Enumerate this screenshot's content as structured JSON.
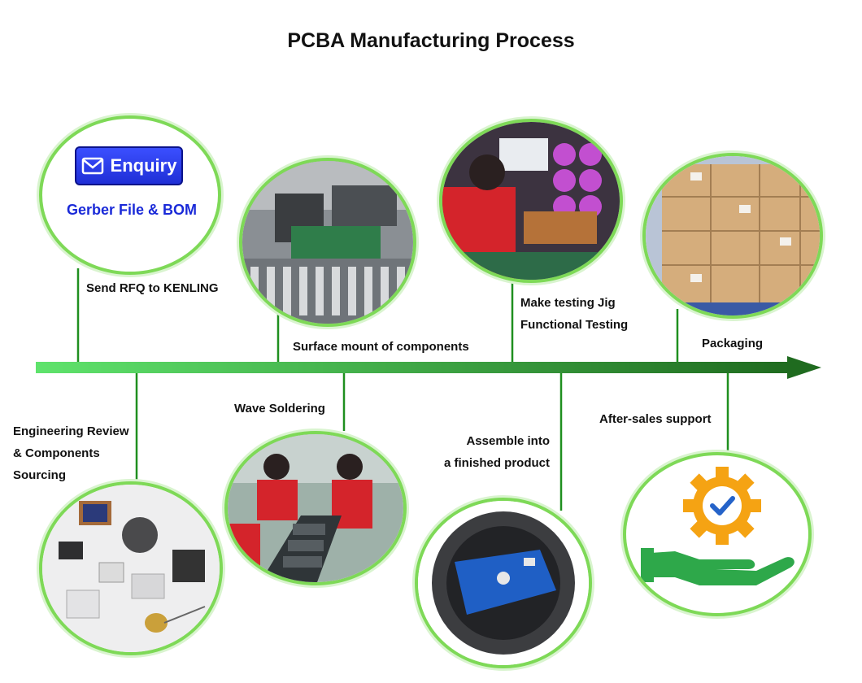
{
  "title": "PCBA Manufacturing Process",
  "colors": {
    "arrow_start": "#5fe36c",
    "arrow_end": "#1f6b1f",
    "circle_border": "#7ed957",
    "enquiry_blue": "#2c3cf0",
    "gerber_blue": "#1a2ad8"
  },
  "enquiry": {
    "button_label": "Enquiry",
    "icon": "envelope-icon",
    "subtitle": "Gerber File & BOM"
  },
  "steps_above": [
    {
      "id": "send-rfq",
      "label": [
        "Send RFQ  to KENLING"
      ]
    },
    {
      "id": "surface-mount",
      "label": [
        "Surface mount of components"
      ]
    },
    {
      "id": "testing",
      "label": [
        "Make testing Jig",
        "Functional Testing"
      ]
    },
    {
      "id": "packaging",
      "label": [
        "Packaging"
      ]
    }
  ],
  "steps_below": [
    {
      "id": "engineering",
      "label": [
        "Engineering Review",
        "& Components",
        "Sourcing"
      ]
    },
    {
      "id": "wave-soldering",
      "label": [
        "Wave Soldering"
      ]
    },
    {
      "id": "assemble",
      "label": [
        "Assemble into",
        "a finished product"
      ]
    },
    {
      "id": "after-sales",
      "label": [
        "After-sales support"
      ],
      "icon": "hand-gear-check-icon"
    }
  ]
}
